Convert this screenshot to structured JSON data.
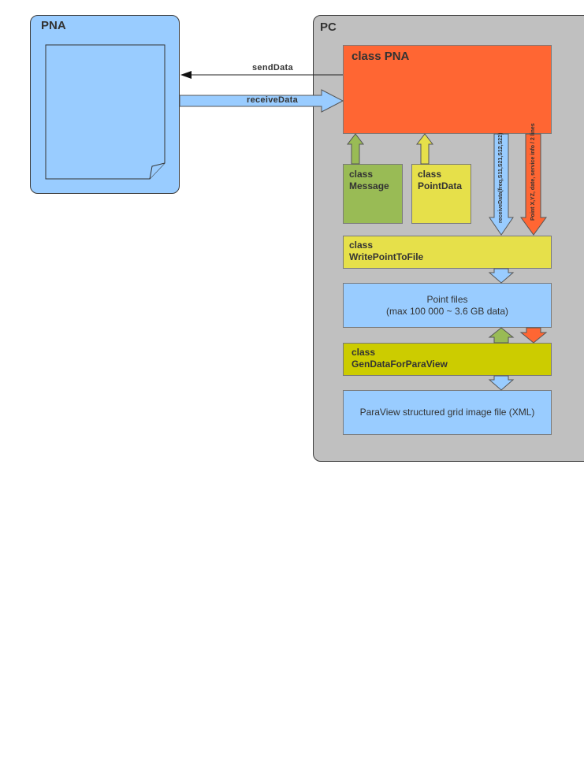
{
  "pna_container": {
    "title": "PNA"
  },
  "pc_container": {
    "title": "PC"
  },
  "arrows": {
    "send_data": "sendData",
    "receive_data": "receiveData",
    "receive_data_freq": "receiveData(freq,S11,S21,S12,S22)",
    "point_xyz": "Point X,YZ, date, service info / 2 lines"
  },
  "classes": {
    "pna": {
      "line1": "class PNA"
    },
    "message": {
      "line1": "class",
      "line2": "Message"
    },
    "point_data": {
      "line1": "class",
      "line2": "PointData"
    },
    "write_point": {
      "line1": "class",
      "line2": "WritePointToFile"
    },
    "gen_data": {
      "line1": "class",
      "line2": "GenDataForParaView"
    }
  },
  "files": {
    "point_files_line1": "Point files",
    "point_files_line2": "(max 100 000 ~ 3.6 GB data)",
    "paraview": "ParaView structured grid image file (XML)"
  },
  "colors": {
    "container_blue": "#99ccff",
    "pc_gray": "#c0c0c0",
    "orange": "#ff6633",
    "green": "#99bb55",
    "yellow": "#e6e04a",
    "olive": "#cccc00",
    "light_blue": "#99ccff"
  }
}
